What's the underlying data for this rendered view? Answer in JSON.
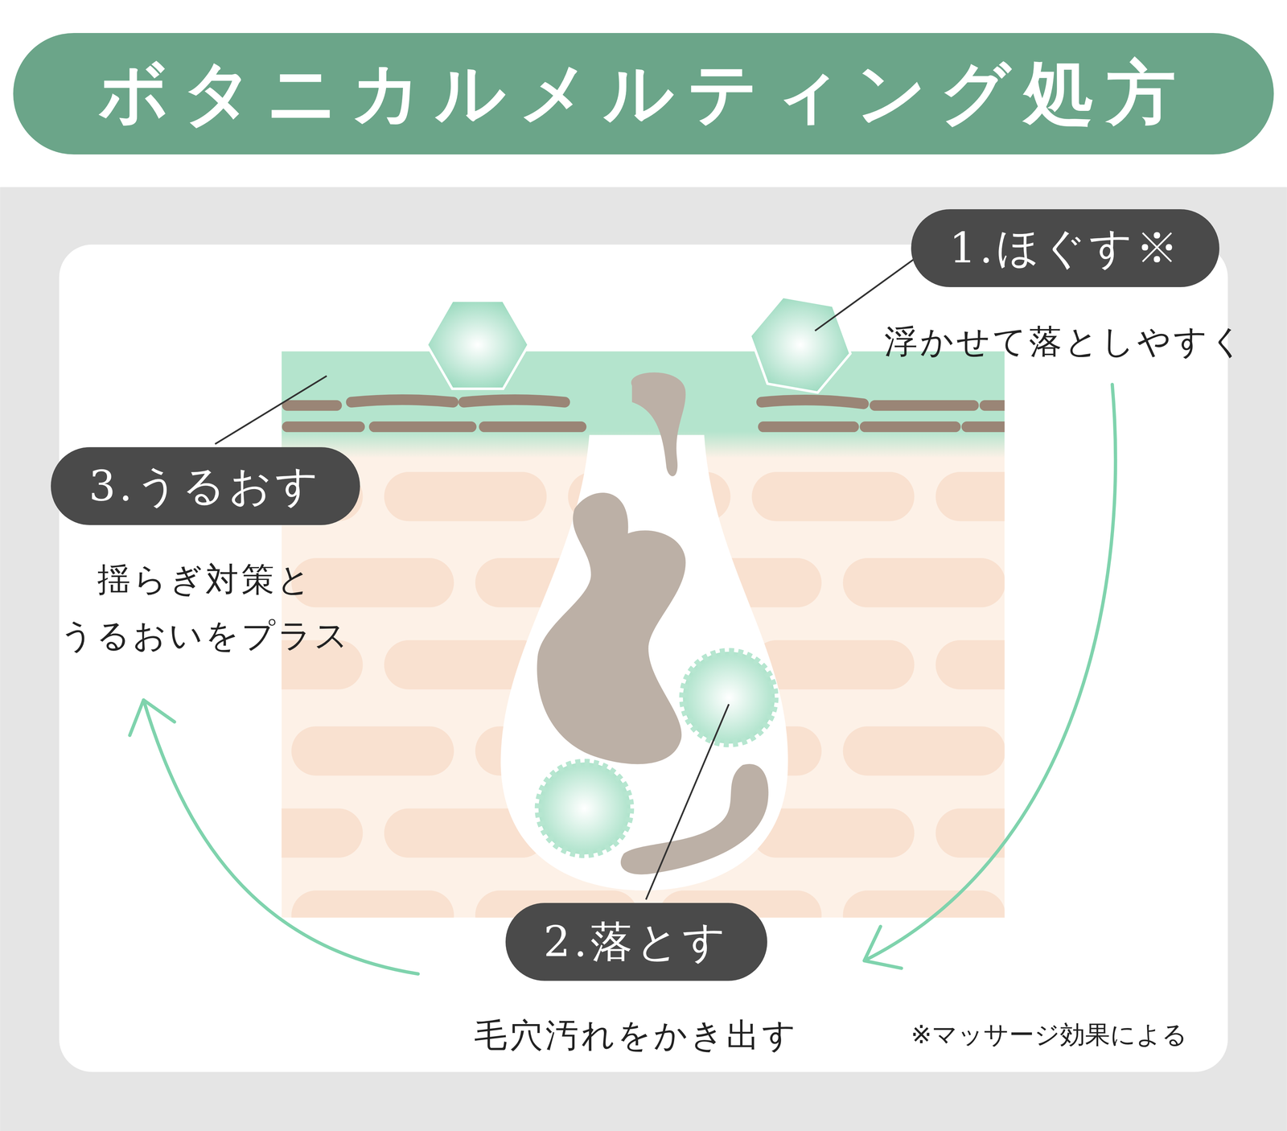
{
  "diagram": {
    "title": "ボタニカルメルティング処方",
    "nodes": [
      {
        "text": [
          "1.ほぐす※",
          "浮かせて落としやすく"
        ]
      },
      {
        "text": [
          "2.落とす",
          "毛穴汚れをかき出す"
        ]
      },
      {
        "text": [
          "3.うるおす",
          "揺らぎ対策と うるおいをプラス"
        ]
      }
    ],
    "edges": [
      {
        "from": 0,
        "to": 1,
        "arrow": "to"
      },
      {
        "from": 1,
        "to": 2,
        "arrow": "to"
      }
    ],
    "labels": [
      "※マッサージ効果による"
    ]
  }
}
